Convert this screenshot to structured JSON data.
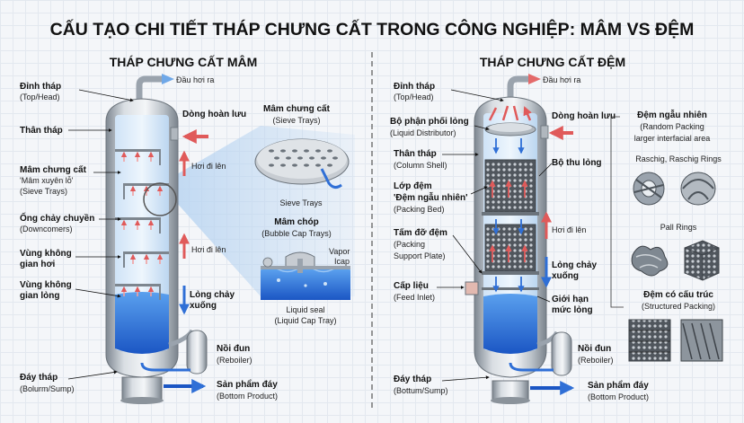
{
  "title": "CẤU TẠO CHI TIẾT THÁP CHƯNG CẤT TRONG CÔNG NGHIỆP: MÂM VS ĐỆM",
  "left": {
    "heading": "THÁP CHƯNG CẤT MÂM",
    "vapor_out": "Đầu hơi ra",
    "top": {
      "name": "Đỉnh tháp",
      "sub": "(Top/Head)"
    },
    "shell": {
      "name": "Thân tháp"
    },
    "trays": {
      "l1": "Mâm chưng cất",
      "l2": "'Mâm xuyên lỗ'",
      "l3": "(Sieve Trays)"
    },
    "downcomer": {
      "l1": "Ống chảy chuyền",
      "l2": "(Downcomers)"
    },
    "vapor_space": {
      "l1": "Vùng không",
      "l2": "gian hơi"
    },
    "liquid_space": {
      "l1": "Vùng không",
      "l2": "gian lỏng"
    },
    "bottom": {
      "name": "Đáy tháp",
      "sub": "(Bolurm/Sump)"
    },
    "reflux": "Dòng hoàn lưu",
    "vapor_up_1": "Hơi đi lên",
    "vapor_up_2": "Hơi đi lên",
    "liquid_down": {
      "l1": "Lỏng chảy",
      "l2": "xuống"
    },
    "reboiler": {
      "name": "Nồi đun",
      "sub": "(Reboiler)"
    },
    "bottom_product": {
      "name": "Sản phẩm đáy",
      "sub": "(Bottom Product)"
    },
    "sieve_detail": {
      "name": "Mâm chưng cất",
      "sub": "(Sieve Trays)",
      "caption": "Sieve Trays"
    },
    "bubble_detail": {
      "name": "Mâm chóp",
      "sub": "(Bubble Cap Trays)",
      "vapor": "Vapor",
      "cap": "Icap",
      "seal1": "Liquid seal",
      "seal2": "(Liquid Cap Tray)"
    }
  },
  "right": {
    "heading": "THÁP CHƯNG CẤT ĐỆM",
    "vapor_out": "Đầu hơi ra",
    "top": {
      "name": "Đỉnh tháp",
      "sub": "(Top/Head)"
    },
    "distributor": {
      "name": "Bộ phận phối lỏng",
      "sub": "(Liquid Distributor)"
    },
    "shell": {
      "name": "Thân tháp",
      "sub": "(Column Shell)"
    },
    "bed": {
      "l1": "Lớp đệm",
      "l2": "'Đệm ngẫu nhiên'",
      "l3": "(Packing Bed)"
    },
    "support": {
      "l1": "Tấm đỡ đệm",
      "l2": "(Packing",
      "l3": "Support Plate)"
    },
    "feed": {
      "name": "Cấp liệu",
      "sub": "(Feed Inlet)"
    },
    "bottom": {
      "name": "Đáy tháp",
      "sub": "(Bottum/Sump)"
    },
    "reflux": "Dòng hoàn lưu",
    "collector": "Bộ thu lỏng",
    "vapor_up": "Hơi đi lên",
    "liquid_down": {
      "l1": "Lỏng chảy",
      "l2": "xuống"
    },
    "level": {
      "l1": "Giới hạn",
      "l2": "mức lỏng"
    },
    "reboiler": {
      "name": "Nồi đun",
      "sub": "(Reboiler)"
    },
    "bottom_product": {
      "name": "Sản phẩm đáy",
      "sub": "(Bottom Product)"
    },
    "random": {
      "name": "Đệm ngẫu nhiên",
      "sub1": "(Random Packing",
      "sub2": "larger interfacial area"
    },
    "raschig": "Raschig, Raschig Rings",
    "pall": "Pall Rings",
    "structured": {
      "name": "Đệm có cấu trúc",
      "sub": "(Structured Packing)"
    }
  },
  "colors": {
    "vapor": "#e05a5a",
    "liquid": "#2f6fd6",
    "steel": "#9aa3ad"
  }
}
